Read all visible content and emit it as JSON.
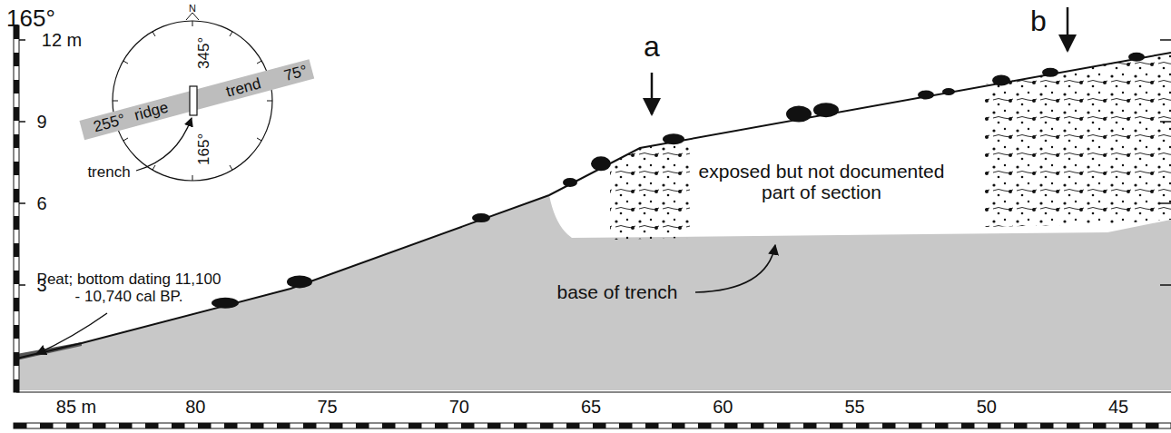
{
  "diagram": {
    "labels": [
      "165°",
      "12 m",
      "9",
      "6",
      "3",
      "N",
      "345°",
      "255°",
      "ridge",
      "trend",
      "75°",
      "165°",
      "trench",
      "a",
      "b",
      "exposed but not documented part of section",
      "base of trench",
      "Peat; bottom dating 11,100 - 10,740 cal BP.",
      "85 m",
      "80",
      "75",
      "70",
      "65",
      "60",
      "55",
      "50",
      "45"
    ]
  }
}
